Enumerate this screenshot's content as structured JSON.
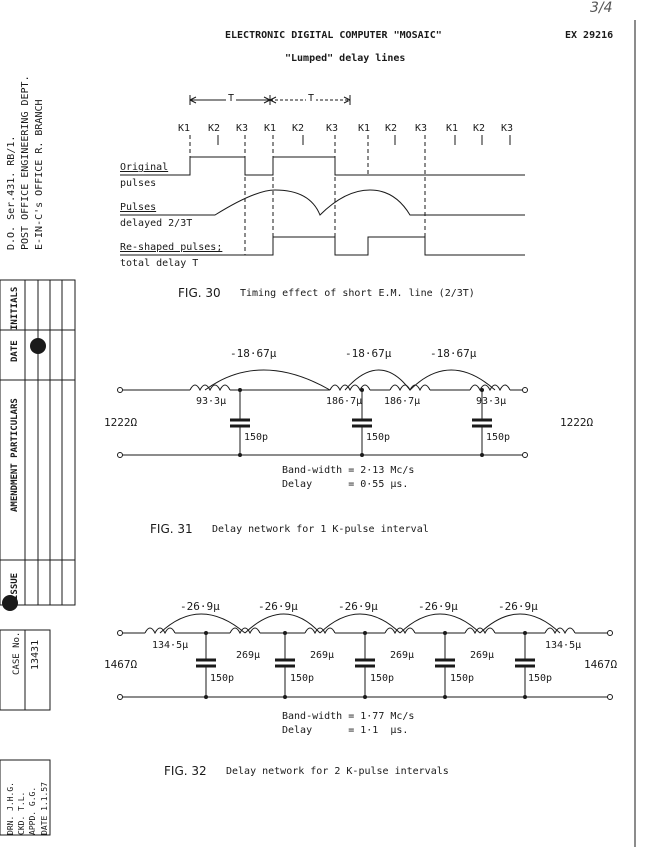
{
  "header": {
    "title": "ELECTRONIC DIGITAL COMPUTER \"MOSAIC\"",
    "ref": "EX 29216",
    "corner_mark": "3/4",
    "subtitle": "\"Lumped\" delay lines"
  },
  "margin": {
    "line1": "D.O. Ser.431. RB/1.",
    "line2": "POST OFFICE ENGINEERING DEPT.",
    "line3": "E-IN-C's OFFICE R. BRANCH",
    "amend_cols": [
      "ISSUE",
      "AMENDMENT PARTICULARS",
      "DATE",
      "INITIALS"
    ],
    "case_label": "CASE No.",
    "case_number": "13431",
    "drn": "DRN. J.H.G.",
    "ckd": "CKD. T.L.",
    "appd": "APPD. G.G.",
    "date": "DATE 1.1.57"
  },
  "fig30": {
    "t_label_1": "T",
    "t_label_2": "T",
    "k_labels": [
      "K1",
      "K2",
      "K3",
      "K1",
      "K2",
      "K3",
      "K1",
      "K2",
      "K3",
      "K1",
      "K2",
      "K3"
    ],
    "row1": "Original",
    "row1b": "pulses",
    "row2": "Pulses",
    "row2b": "delayed 2/3T",
    "row3": "Re-shaped pulses;",
    "row3b": "total delay T",
    "fig_no": "FIG. 30",
    "caption": "Timing effect of short E.M. line (2/3T)"
  },
  "fig31": {
    "mutual": [
      "-18·67μ",
      "-18·67μ",
      "-18·67μ"
    ],
    "inductors": [
      "93·3μ",
      "186·7μ",
      "186·7μ",
      "93·3μ"
    ],
    "caps": [
      "150p",
      "150p",
      "150p"
    ],
    "left_z": "1222Ω",
    "right_z": "1222Ω",
    "bandwidth": "Band-width = 2·13 Mc/s",
    "delay": "Delay      = 0·55 μs.",
    "fig_no": "FIG. 31",
    "caption": "Delay network for 1 K-pulse interval"
  },
  "fig32": {
    "mutual": [
      "-26·9μ",
      "-26·9μ",
      "-26·9μ",
      "-26·9μ",
      "-26·9μ"
    ],
    "inductors": [
      "134·5μ",
      "269μ",
      "269μ",
      "269μ",
      "269μ",
      "134·5μ"
    ],
    "caps": [
      "150p",
      "150p",
      "150p",
      "150p",
      "150p"
    ],
    "left_z": "1467Ω",
    "right_z": "1467Ω",
    "bandwidth": "Band-width = 1·77 Mc/s",
    "delay": "Delay      = 1·1  μs.",
    "fig_no": "FIG. 32",
    "caption": "Delay network for 2 K-pulse intervals"
  }
}
